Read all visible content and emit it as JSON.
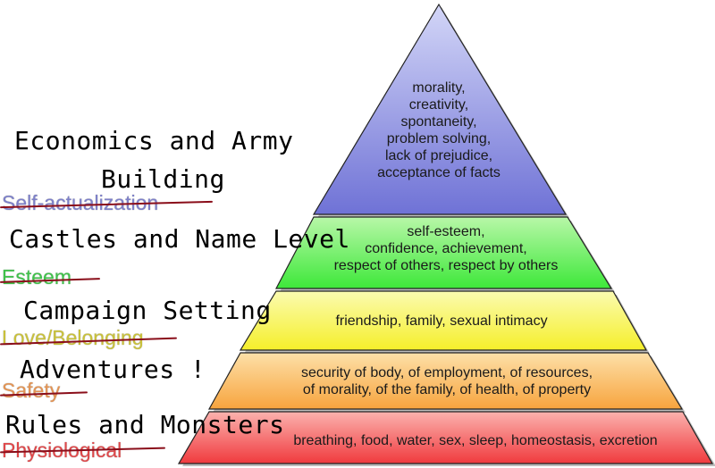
{
  "tiers": [
    {
      "id": "self-actualization",
      "label": "Self-actualization",
      "label_color": "#7d80c9",
      "replacement": "Economics and Army Building",
      "replacement_line1": "Economics and Army",
      "replacement_line2": "Building",
      "fill_top": "#d3d6f7",
      "fill_bottom": "#6f72d6",
      "lines": [
        "morality,",
        "creativity,",
        "spontaneity,",
        "problem solving,",
        "lack of prejudice,",
        "acceptance of facts"
      ]
    },
    {
      "id": "esteem",
      "label": "Esteem",
      "label_color": "#3fc24a",
      "replacement": "Castles and Name Level",
      "fill_top": "#b8f7a8",
      "fill_bottom": "#3ee83a",
      "lines": [
        "self-esteem,",
        "confidence, achievement,",
        "respect of others, respect by others"
      ]
    },
    {
      "id": "love-belonging",
      "label": "Love/Belonging",
      "label_color": "#c9c13a",
      "replacement": "Campaign Setting",
      "fill_top": "#fbfbb0",
      "fill_bottom": "#f5ef2a",
      "lines": [
        "friendship, family, sexual intimacy"
      ]
    },
    {
      "id": "safety",
      "label": "Safety",
      "label_color": "#e39454",
      "replacement": "Adventures !",
      "fill_top": "#fde0a8",
      "fill_bottom": "#f7a43e",
      "lines": [
        "security of body, of employment, of resources,",
        "of morality, of the family, of health, of property"
      ]
    },
    {
      "id": "physiological",
      "label": "Physiological",
      "label_color": "#e0484a",
      "replacement": "Rules and Monsters",
      "fill_top": "#fbb2ae",
      "fill_bottom": "#f03a3e",
      "lines": [
        "breathing, food, water, sex, sleep, homeostasis, excretion"
      ]
    }
  ]
}
